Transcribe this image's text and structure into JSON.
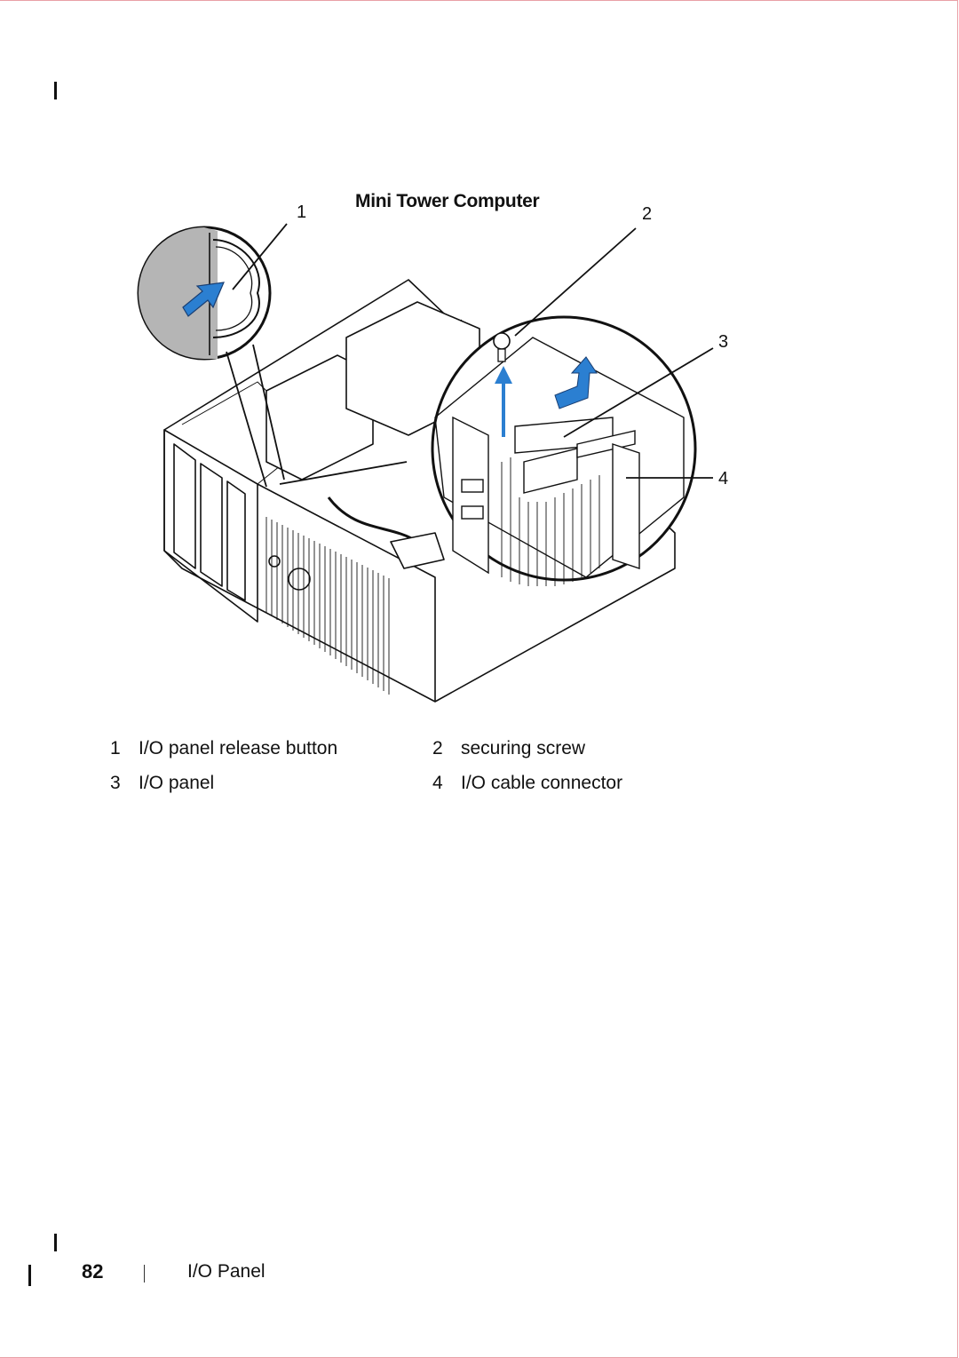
{
  "figure": {
    "title": "Mini Tower Computer",
    "callouts": [
      "1",
      "2",
      "3",
      "4"
    ]
  },
  "legend": [
    {
      "num": "1",
      "label": "I/O panel release button"
    },
    {
      "num": "2",
      "label": "securing screw"
    },
    {
      "num": "3",
      "label": "I/O panel"
    },
    {
      "num": "4",
      "label": "I/O cable connector"
    }
  ],
  "footer": {
    "page_number": "82",
    "section": "I/O Panel"
  },
  "colors": {
    "arrow_blue": "#2b7fd1",
    "page_border": "#e9a0a6",
    "line": "#111111"
  }
}
